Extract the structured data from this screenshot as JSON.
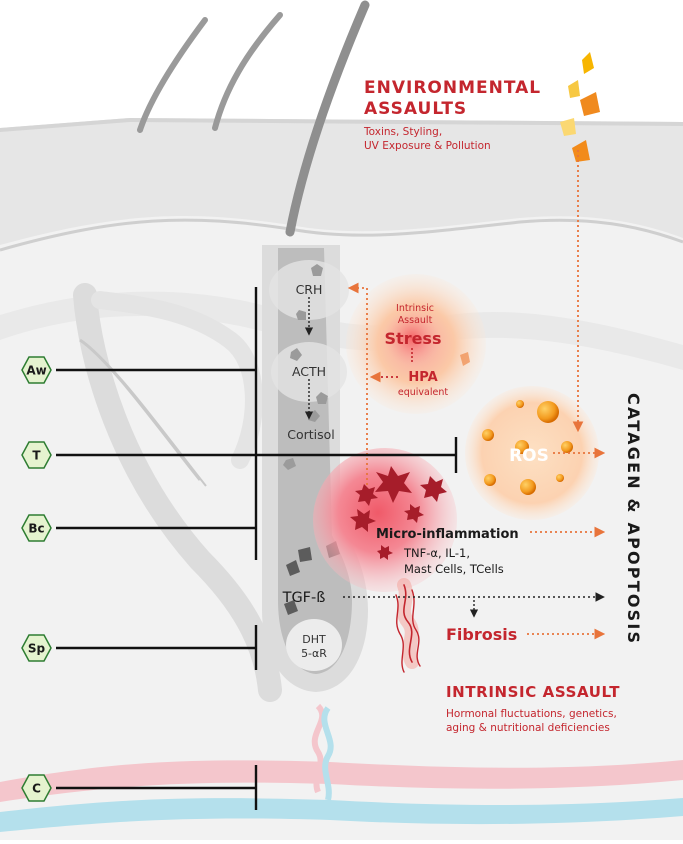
{
  "environmental": {
    "title_line1": "ENVIRONMENTAL",
    "title_line2": "ASSAULTS",
    "sub_line1": "Toxins, Styling,",
    "sub_line2": "UV Exposure & Pollution"
  },
  "follicle_markers": {
    "crh": "CRH",
    "acth": "ACTH",
    "cortisol": "Cortisol",
    "tgf": "TGF-ß",
    "dht": "DHT",
    "five_ar": "5-αR"
  },
  "stress": {
    "line1": "Intrinsic",
    "line2": "Assault",
    "title": "Stress",
    "hpa": "HPA",
    "equivalent": "equivalent"
  },
  "ros": {
    "label": "ROS"
  },
  "inflammation": {
    "title": "Micro-inflammation",
    "line2": "TNF-α, IL-1,",
    "line3": "Mast Cells, TCells"
  },
  "fibrosis": {
    "label": "Fibrosis"
  },
  "intrinsic": {
    "title": "INTRINSIC ASSAULT",
    "sub_line1": "Hormonal fluctuations, genetics,",
    "sub_line2": "aging & nutritional deficiencies"
  },
  "catagen": {
    "label": "CATAGEN & APOPTOSIS"
  },
  "hex_labels": {
    "aw": "Aw",
    "t": "T",
    "bc": "Bc",
    "sp": "Sp",
    "c": "C"
  },
  "colors": {
    "accent_red": "#c4262e",
    "arrow_orange": "#e8743b",
    "hex_green_fill": "#e5f3cf",
    "hex_green_stroke": "#2e7d32",
    "skin_gray": "#e6e6e6",
    "ros_orange": "#f39a1e"
  }
}
